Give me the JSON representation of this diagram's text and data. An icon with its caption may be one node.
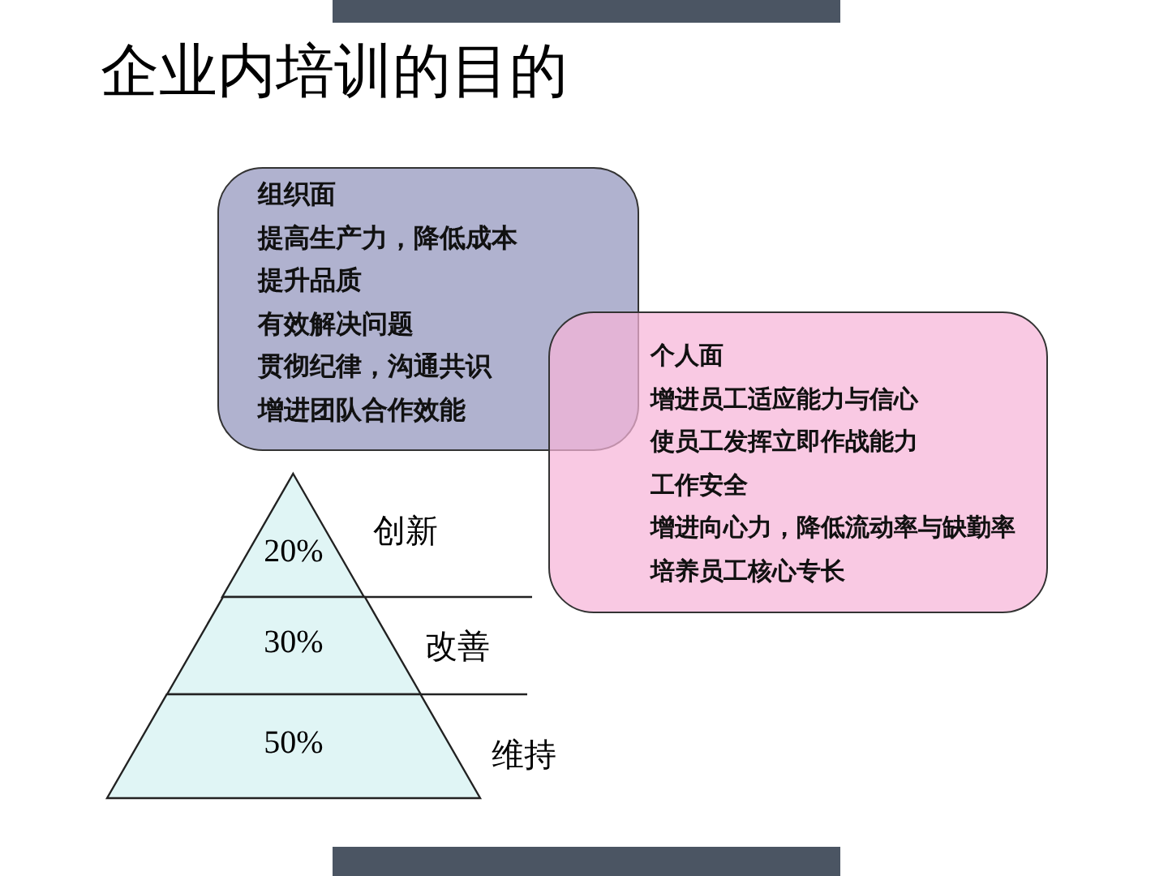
{
  "diagram": {
    "title": "企业内培训的目的",
    "nodes": [
      {
        "text": [
          "组织面",
          "提高生产力，降低成本",
          "提升品质",
          "有效解决问题",
          "贯彻纪律，沟通共识",
          "增进团队合作效能"
        ]
      },
      {
        "text": [
          "个人面",
          "增进员工适应能力与信心",
          "使员工发挥立即作战能力",
          "工作安全",
          "增进向心力，降低流动率与缺勤率",
          "培养员工核心专长"
        ]
      },
      {
        "text": [
          "20%"
        ],
        "beside": [
          "创新"
        ]
      },
      {
        "text": [
          "30%"
        ],
        "beside": [
          "改善"
        ]
      },
      {
        "text": [
          "50%"
        ],
        "beside": [
          "维持"
        ]
      }
    ]
  }
}
